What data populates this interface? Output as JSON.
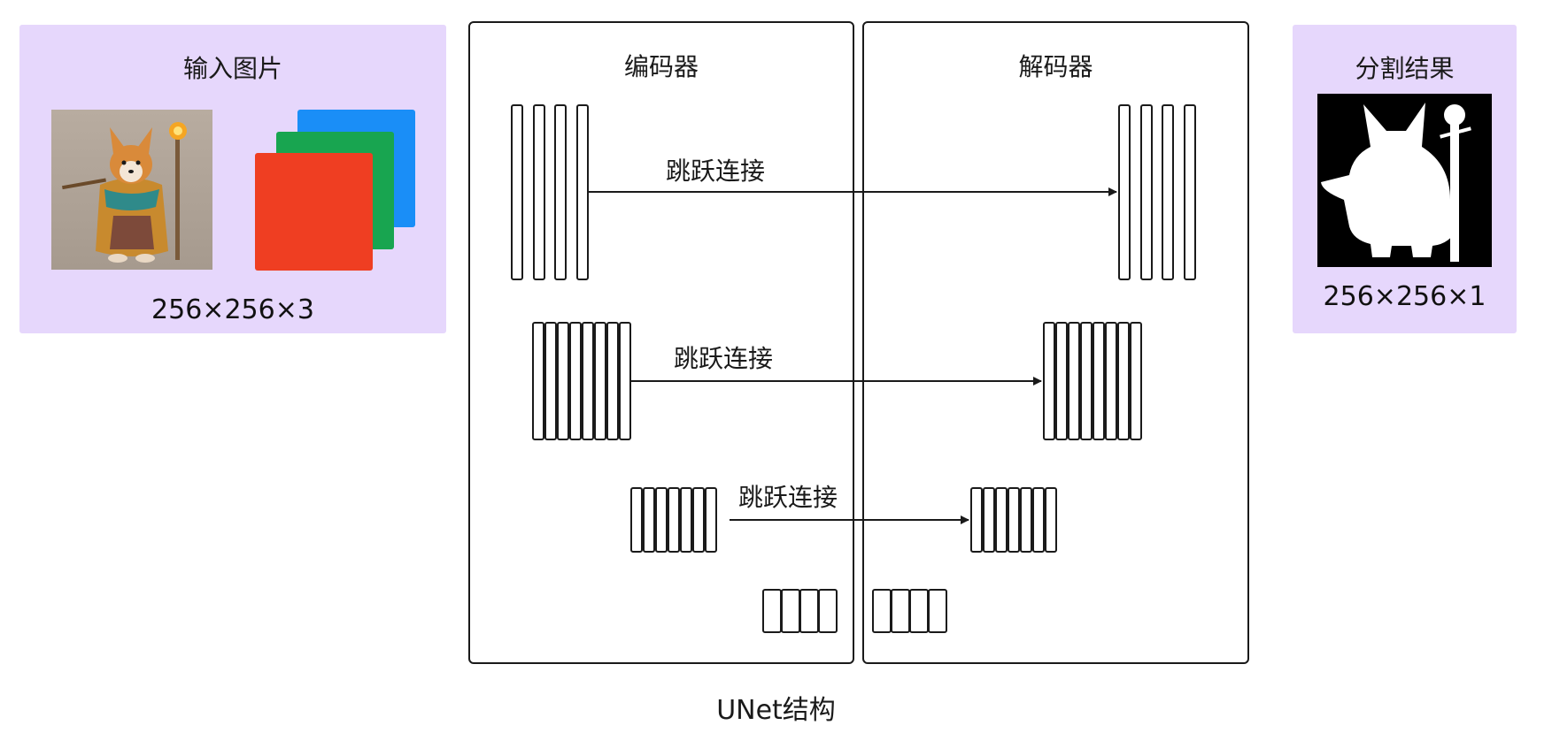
{
  "input_panel": {
    "title": "输入图片",
    "dims": "256×256×3"
  },
  "encoder": {
    "title": "编码器"
  },
  "decoder": {
    "title": "解码器"
  },
  "output_panel": {
    "title": "分割结果",
    "dims": "256×256×1"
  },
  "skip_connections": [
    {
      "label": "跳跃连接"
    },
    {
      "label": "跳跃连接"
    },
    {
      "label": "跳跃连接"
    }
  ],
  "caption": "UNet结构",
  "colors": {
    "panel_bg": "#e6d7fc",
    "channel_red": "#ef3e22",
    "channel_green": "#18a550",
    "channel_blue": "#1a8ef7",
    "line": "#1a1a1a"
  }
}
